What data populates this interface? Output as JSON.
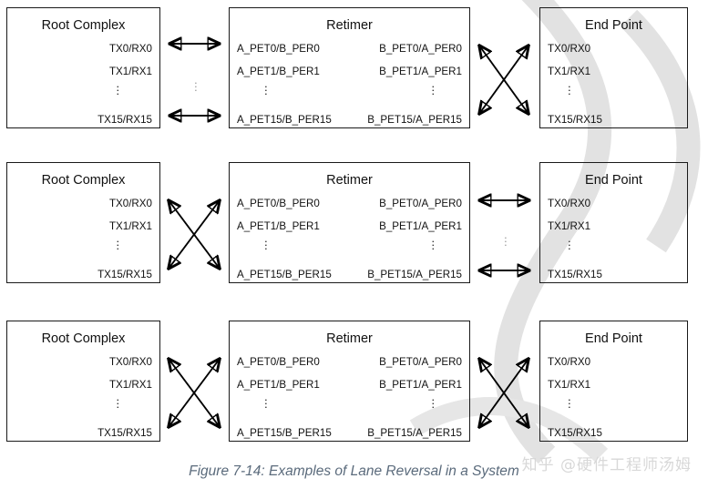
{
  "figure": {
    "caption": "Figure 7-14: Examples of Lane Reversal in a System",
    "watermark": "知乎 @硬件工程师汤姆",
    "vertical_dots": "⋮"
  },
  "blocks": {
    "root_complex": {
      "title": "Root Complex",
      "ports": [
        "TX0/RX0",
        "TX1/RX1",
        "TX15/RX15"
      ]
    },
    "retimer": {
      "title": "Retimer",
      "ports_left": [
        "A_PET0/B_PER0",
        "A_PET1/B_PER1",
        "A_PET15/B_PER15"
      ],
      "ports_right": [
        "B_PET0/A_PER0",
        "B_PET1/A_PER1",
        "B_PET15/A_PER15"
      ]
    },
    "end_point": {
      "title": "End Point",
      "ports": [
        "TX0/RX0",
        "TX1/RX1",
        "TX15/RX15"
      ]
    }
  },
  "rows": [
    {
      "index": 1,
      "left_link": "straight",
      "right_link": "crossed"
    },
    {
      "index": 2,
      "left_link": "crossed",
      "right_link": "straight"
    },
    {
      "index": 3,
      "left_link": "crossed",
      "right_link": "crossed"
    }
  ],
  "colors": {
    "stroke": "#000000",
    "box_border": "#1a1a1a",
    "text": "#111111",
    "caption": "#5b6b7c",
    "watermark": "#d8d8d8",
    "background": "#ffffff"
  }
}
